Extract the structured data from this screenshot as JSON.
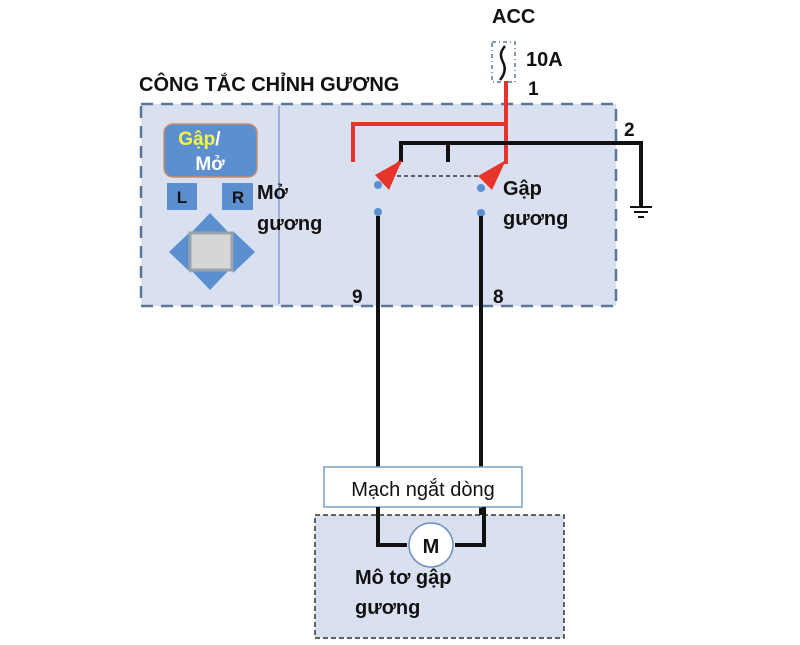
{
  "power": {
    "source_label": "ACC",
    "fuse_rating": "10A",
    "pin_1": "1"
  },
  "switch_assembly": {
    "title": "CÔNG TẮC CHỈNH GƯƠNG",
    "fold_button": {
      "line1": "Gập",
      "slash": "/",
      "line2": "Mở"
    },
    "left_button": "L",
    "right_button": "R",
    "open_mirror_label": {
      "line1": "Mở",
      "line2": "gương"
    },
    "fold_mirror_label": {
      "line1": "Gập",
      "line2": "gương"
    },
    "pin_2": "2",
    "pin_9": "9",
    "pin_8": "8"
  },
  "circuit_breaker": {
    "label": "Mạch ngắt dòng"
  },
  "motor": {
    "symbol": "M",
    "label": {
      "line1": "Mô tơ gập",
      "line2": "gương"
    }
  },
  "colors": {
    "panel_fill": "#d9e1f0",
    "panel_border": "#5b7699",
    "button_fill": "#5b8fcf",
    "fold_text": "#f7f24a",
    "power_wire": "#e8332a",
    "ground_wire": "#111111",
    "terminal_dot": "#5b8fcf"
  }
}
